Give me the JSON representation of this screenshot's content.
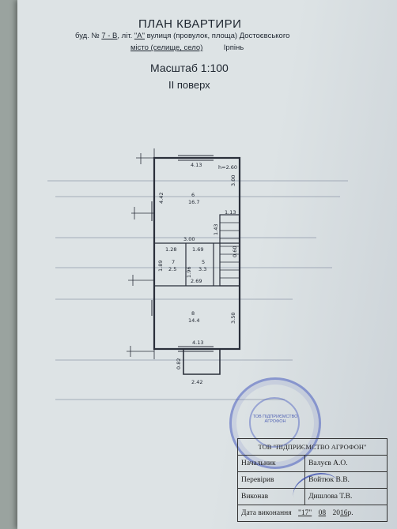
{
  "header": {
    "title": "ПЛАН КВАРТИРИ",
    "addr_prefix": "буд. №",
    "house_no": "7 - В",
    "lit_label": ", літ.",
    "lit": "\"А\"",
    "street_label": "вулиця (провулок, площа)",
    "street": "Достоєвського",
    "city_label": "місто (селище, село)",
    "city": "Ірпінь"
  },
  "scale": "Масштаб 1:100",
  "floor": "II поверх",
  "plan": {
    "dims": {
      "top_width": "4.13",
      "ceiling_h": "h=2.60",
      "left_top": "4.42",
      "right_top": "3.00",
      "stair_w": "1.13",
      "stair_h": "1.43",
      "corridor_w": "3.00",
      "bath_w": "1.28",
      "wc_w": "1.69",
      "bath_h": "1.89",
      "wc_h": "1.96",
      "wc_bottom": "2.69",
      "stair_right": "0.60",
      "right_bottom": "3.50",
      "bottom_width": "4.13",
      "balcony_w": "2.42",
      "balcony_h": "0.82"
    },
    "rooms": [
      {
        "no": "6",
        "area": "16.7"
      },
      {
        "no": "7",
        "area": "2.5"
      },
      {
        "no": "5",
        "area": "3.3"
      },
      {
        "no": "8",
        "area": "14.4"
      }
    ]
  },
  "title_block": {
    "company": "ТОВ \"ПІДПРИЄМСТВО АГРОФОН\"",
    "rows": [
      {
        "role": "Начальник",
        "name": "Валуєв А.О."
      },
      {
        "role": "Перевірив",
        "name": "Войтюк В.В."
      },
      {
        "role": "Виконав",
        "name": "Дишлова Т.В."
      }
    ],
    "date_label": "Дата виконання",
    "date_day": "\"17\"",
    "date_month": "08",
    "date_year_prefix": "20",
    "date_year": "16",
    "date_suffix": "р."
  },
  "stamp_text": "ТОВ ПІДПРИЄМСТВО АГРОФОН"
}
